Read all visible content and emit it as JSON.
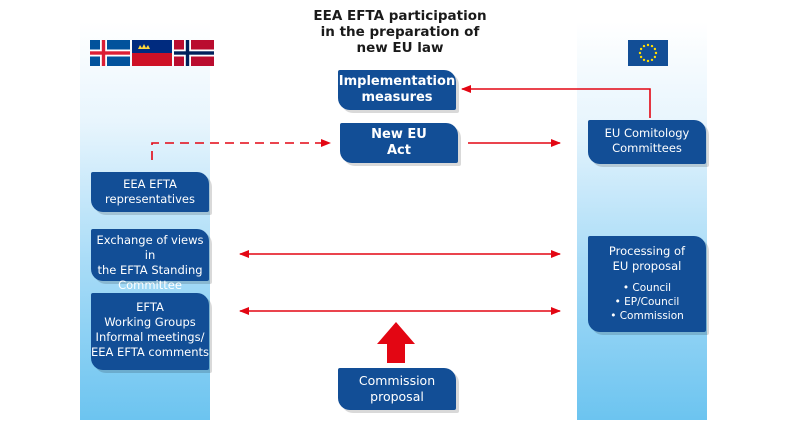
{
  "title": {
    "line1": "EEA EFTA participation",
    "line2": "in the preparation of",
    "line3": "new EU law"
  },
  "left_column": {
    "flags": [
      "Iceland flag",
      "Liechtenstein flag",
      "Norway flag"
    ],
    "boxes": [
      {
        "lines": [
          "EEA EFTA",
          "representatives"
        ]
      },
      {
        "lines": [
          "Exchange of views in",
          "the EFTA Standing",
          "Committee"
        ]
      },
      {
        "lines": [
          "EFTA",
          "Working Groups",
          "Informal meetings/",
          "EEA EFTA comments"
        ]
      }
    ]
  },
  "center": {
    "implementation": {
      "lines": [
        "Implementation",
        "measures"
      ]
    },
    "new_act": {
      "lines": [
        "New EU",
        "Act"
      ]
    },
    "commission_proposal": {
      "lines": [
        "Commission",
        "proposal"
      ]
    }
  },
  "right_column": {
    "flags": [
      "EU flag"
    ],
    "comitology": {
      "lines": [
        "EU Comitology",
        "Committees"
      ]
    },
    "processing": {
      "lines": [
        "Processing of",
        "EU proposal"
      ],
      "bullets": [
        "• Council",
        "• EP/Council",
        "• Commission"
      ]
    }
  },
  "colors": {
    "box": "#124e96",
    "arrow": "#e30613",
    "column_bottom": "#6cc4f0"
  }
}
